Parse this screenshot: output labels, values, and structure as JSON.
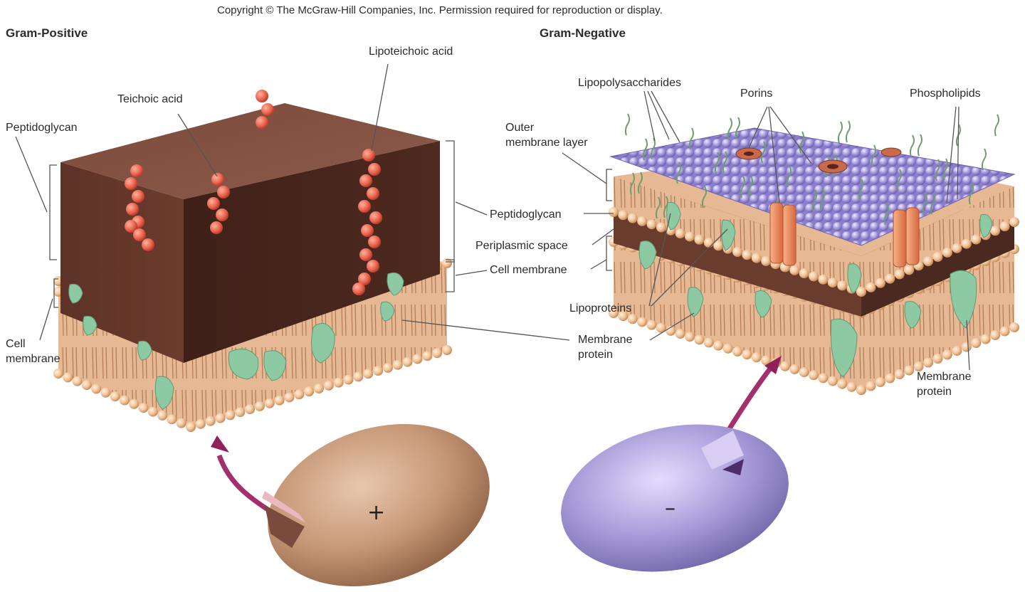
{
  "copyright": "Copyright © The McGraw-Hill Companies, Inc. Permission required for reproduction or display.",
  "gram_positive": {
    "title": "Gram-Positive",
    "labels": {
      "peptidoglycan_left": "Peptidoglycan",
      "teichoic_acid": "Teichoic acid",
      "lipoteichoic_acid": "Lipoteichoic acid",
      "cell_membrane_left_1": "Cell",
      "cell_membrane_left_2": "membrane",
      "peptidoglycan_right": "Peptidoglycan",
      "periplasmic_space": "Periplasmic space",
      "cell_membrane_right": "Cell membrane",
      "membrane_protein_1": "Membrane",
      "membrane_protein_2": "protein"
    },
    "cell_sign": "+",
    "colors": {
      "peptidoglycan": "#5a3328",
      "membrane_heads": "#f0c39a",
      "protein": "#8cc9a4",
      "teichoic": "#e8674f",
      "cell": "#c49a7c"
    }
  },
  "gram_negative": {
    "title": "Gram-Negative",
    "labels": {
      "lipopolysaccharides": "Lipopolysaccharides",
      "porins": "Porins",
      "phospholipids": "Phospholipids",
      "outer_membrane_1": "Outer",
      "outer_membrane_2": "membrane layer",
      "lipoproteins": "Lipoproteins",
      "membrane_protein_1": "Membrane",
      "membrane_protein_2": "protein"
    },
    "cell_sign": "–",
    "colors": {
      "outer_membrane": "#9b8fd6",
      "porin": "#ef9063",
      "cell": "#a79bd6"
    }
  }
}
